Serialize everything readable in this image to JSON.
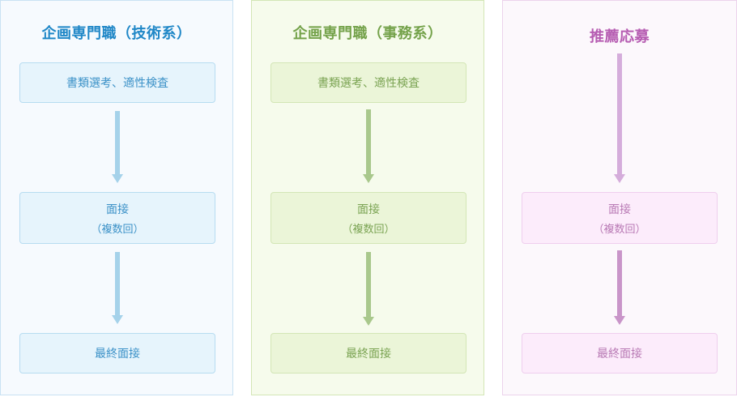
{
  "columns": [
    {
      "title": "企画専門職（技術系）",
      "steps": [
        {
          "label": "書類選考、適性検査"
        },
        {
          "label": "面接",
          "sub": "（複数回）"
        },
        {
          "label": "最終面接"
        }
      ]
    },
    {
      "title": "企画専門職（事務系）",
      "steps": [
        {
          "label": "書類選考、適性検査"
        },
        {
          "label": "面接",
          "sub": "（複数回）"
        },
        {
          "label": "最終面接"
        }
      ]
    },
    {
      "title": "推薦応募",
      "steps": [
        {
          "label": "面接",
          "sub": "（複数回）"
        },
        {
          "label": "最終面接"
        }
      ]
    }
  ],
  "colors": {
    "technical": "#1f87c7",
    "administrative": "#74a24a",
    "recommendation": "#b65db2"
  }
}
